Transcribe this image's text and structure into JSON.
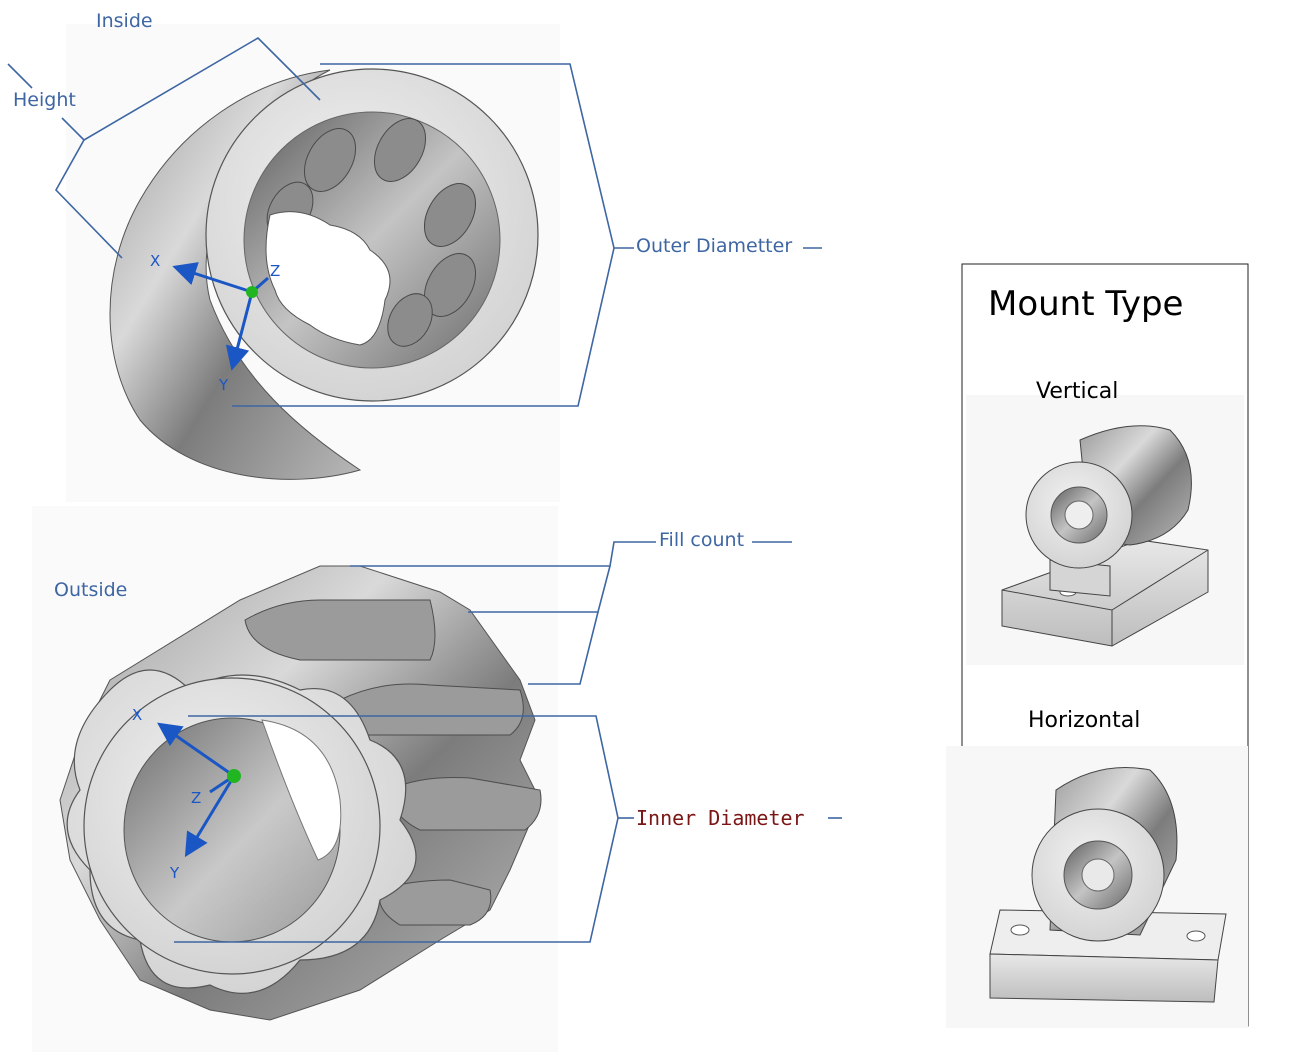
{
  "labels": {
    "inside": "Inside",
    "height": "Height",
    "outer_diameter": "Outer Diametter",
    "outside": "Outside",
    "fill_count": "Fill count",
    "inner_diameter": "Inner Diameter"
  },
  "axes": {
    "x": "X",
    "y": "Y",
    "z": "Z"
  },
  "mount_panel": {
    "title": "Mount Type",
    "vertical_label": "Vertical",
    "horizontal_label": "Horizontal"
  },
  "colors": {
    "annotation": "#3e66a3",
    "inner_diameter_text": "#7b1616",
    "axis_arrow": "#1a56c4",
    "origin": "#21b521",
    "metal_light": "#e6e6e6",
    "metal_dark": "#6f6f6f"
  }
}
